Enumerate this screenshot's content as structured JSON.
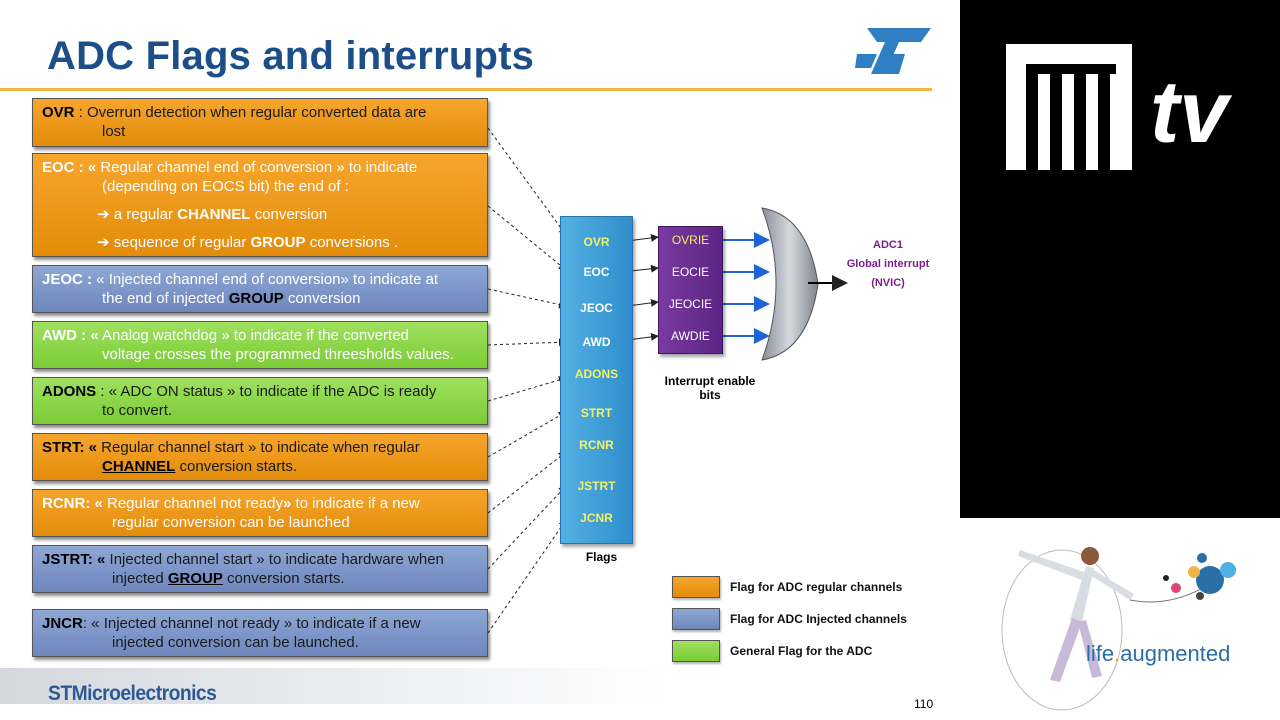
{
  "slide": {
    "title": "ADC Flags and interrupts",
    "page_number": "110",
    "footer_brand": "STMicroelectronics"
  },
  "boxes": {
    "ovr": {
      "key": "OVR",
      "line1": " : Overrun  detection when regular converted data are",
      "line2": "lost"
    },
    "eoc": {
      "key": "EOC :",
      "line1a": " « ",
      "line1b": "Regular channel  end of conversion  » to indicate",
      "line2": "(depending on EOCS bit) the end of :",
      "b1_arrow": "➔",
      "b1_pre": " a regular ",
      "b1_key": "CHANNEL",
      "b1_post": " conversion",
      "b2_arrow": "➔",
      "b2_pre": " sequence of regular ",
      "b2_key": "GROUP",
      "b2_post": " conversions  ."
    },
    "jeoc": {
      "key": "JEOC :",
      "line1": " «  Injected channel end of conversion» to indicate at",
      "line2_pre": "the end of injected ",
      "line2_key": "GROUP",
      "line2_post": " conversion"
    },
    "awd": {
      "key": "AWD : «",
      "line1": "  Analog watchdog » to indicate if the converted",
      "line2": "voltage crosses the programmed threesholds values."
    },
    "adons": {
      "key": "ADONS",
      "line1": " : « ADC ON status  » to indicate if the ADC is ready",
      "line2": "to convert."
    },
    "strt": {
      "key": "STRT: «",
      "line1": " Regular channel start » to indicate when regular",
      "line2_key": "CHANNEL",
      "line2_post": " conversion starts."
    },
    "rcnr": {
      "key": "RCNR: «",
      "line1": " Regular channel not ready",
      "line1b": "»",
      "line1c": " to indicate if a new",
      "line2": "regular conversion can be launched"
    },
    "jstrt": {
      "key": "JSTRT: «",
      "line1": " Injected channel  start  »  to indicate hardware when",
      "line2_pre": "injected ",
      "line2_key": "GROUP",
      "line2_post": " conversion starts."
    },
    "jncr": {
      "key": "JNCR",
      "line1": ": « Injected channel  not ready » to indicate if a new",
      "line2": "injected conversion can be launched."
    }
  },
  "flags": {
    "label": "Flags",
    "items": [
      "OVR",
      "EOC",
      "JEOC",
      "AWD",
      "ADONS",
      "STRT",
      "RCNR",
      "JSTRT",
      "JCNR"
    ]
  },
  "interrupt_enable": {
    "label_line1": "Interrupt  enable",
    "label_line2": "bits",
    "items": [
      "OVRIE",
      "EOCIE",
      "JEOCIE",
      "AWDIE"
    ]
  },
  "adc_interrupt": {
    "line1": "ADC1",
    "line2": "Global interrupt",
    "line3": "(NVIC)"
  },
  "legend": [
    {
      "label": "Flag for ADC  regular channels",
      "color": "#f29a1e"
    },
    {
      "label": "Flag for ADC  Injected channels",
      "color": "#7d95c9"
    },
    {
      "label": "General Flag for the ADC",
      "color": "#8dd64b"
    }
  ],
  "sidebar": {
    "tv_text": "tv",
    "tagline_a": "life",
    "tagline_dot": ".",
    "tagline_b": "augmented"
  },
  "colors": {
    "title_blue": "#1c4f8a",
    "accent_rule": "#f0b542",
    "flag_yellow": "#f5f064",
    "purple": "#7b1f8e"
  }
}
